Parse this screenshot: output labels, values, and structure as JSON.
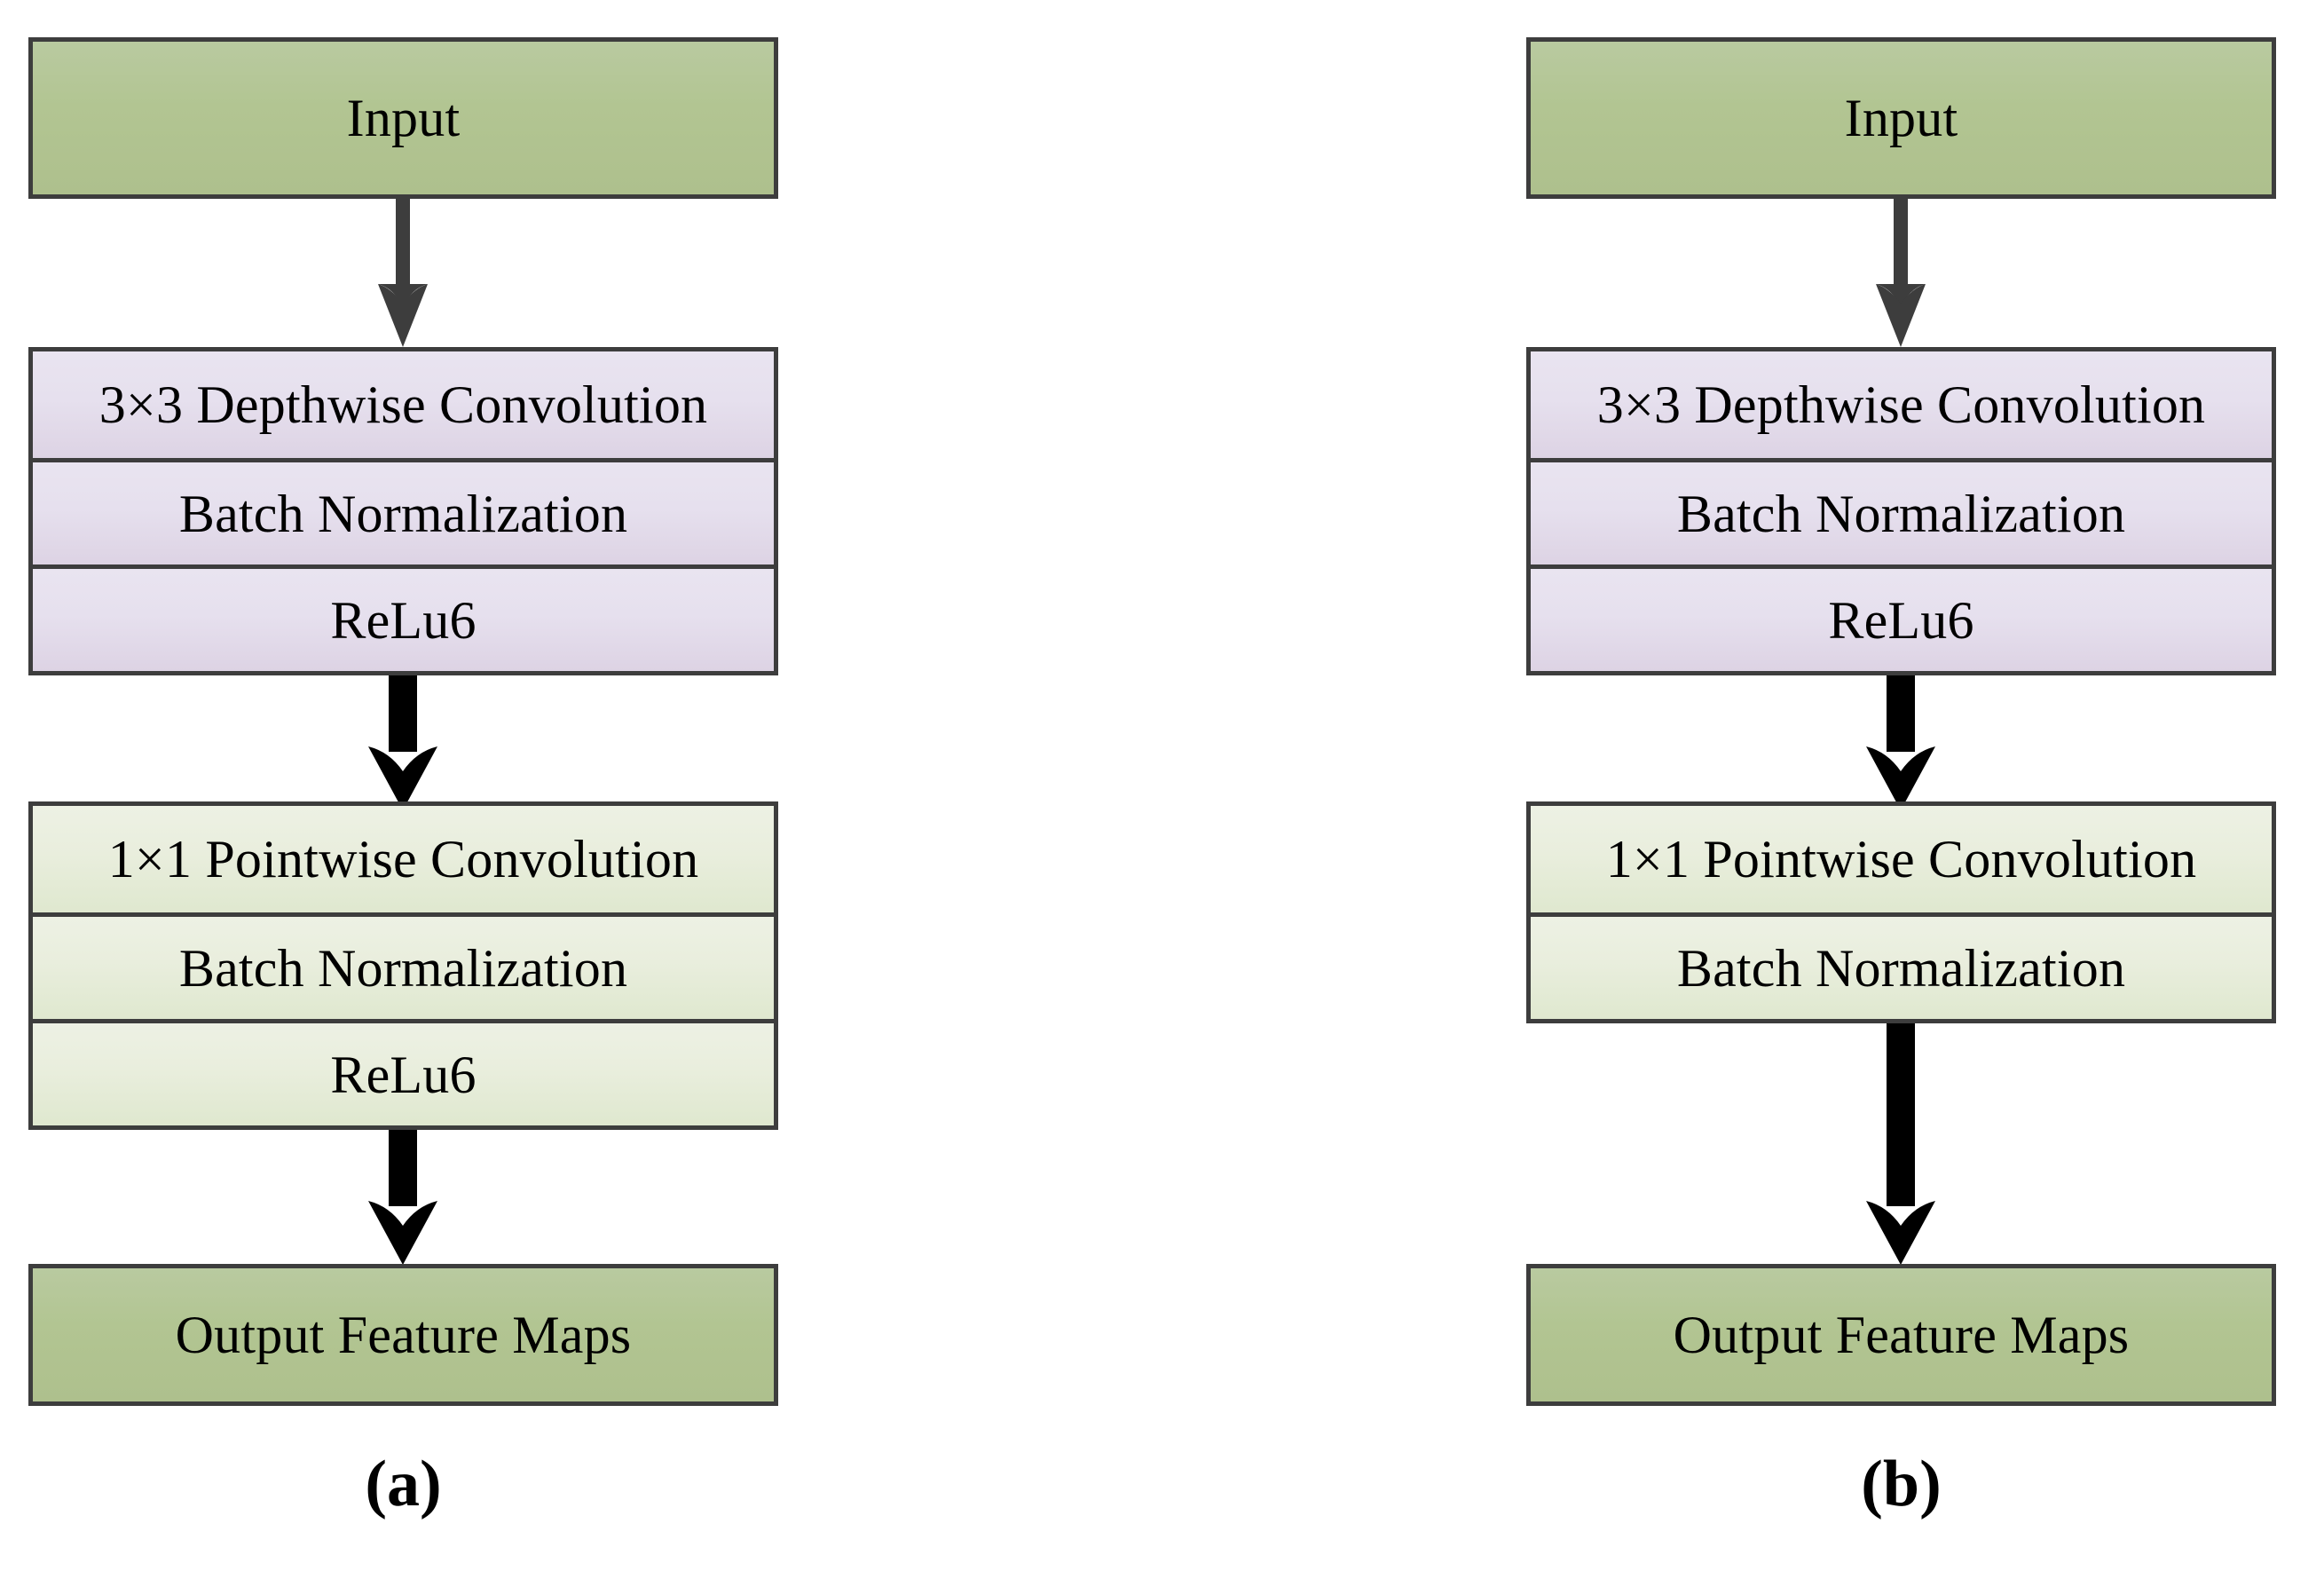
{
  "figure": {
    "background_color": "#ffffff",
    "border_color": "#3d3d3d",
    "arrow_color_thin": "#3d3d3d",
    "arrow_color_thick": "#000000",
    "colors": {
      "terminal_green": "#b2c592",
      "lavender": "#e6e0ee",
      "pale_green": "#e9eedd"
    }
  },
  "panels": [
    {
      "id": "a",
      "caption": "(a)",
      "input_label": "Input",
      "output_label": "Output Feature Maps",
      "depthwise_rows": [
        "3×3 Depthwise Convolution",
        "Batch Normalization",
        "ReLu6"
      ],
      "pointwise_rows": [
        "1×1 Pointwise Convolution",
        "Batch Normalization",
        "ReLu6"
      ]
    },
    {
      "id": "b",
      "caption": "(b)",
      "input_label": "Input",
      "output_label": "Output Feature Maps",
      "depthwise_rows": [
        "3×3 Depthwise Convolution",
        "Batch Normalization",
        "ReLu6"
      ],
      "pointwise_rows": [
        "1×1 Pointwise Convolution",
        "Batch Normalization"
      ]
    }
  ]
}
